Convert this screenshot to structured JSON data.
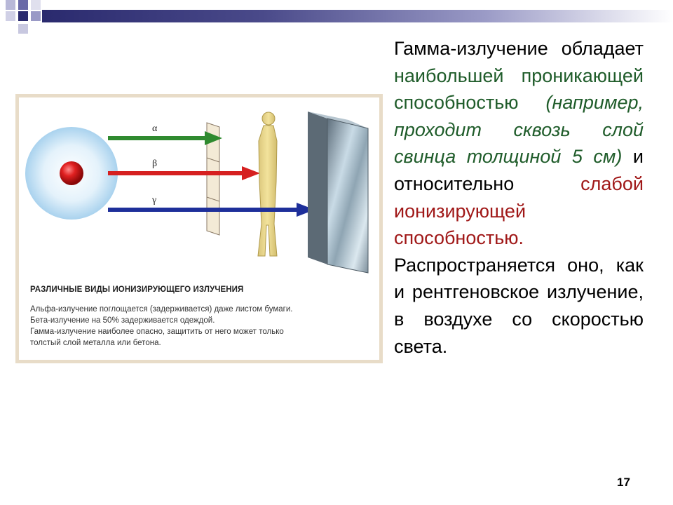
{
  "slide": {
    "page_number": "17",
    "accent_colors": {
      "band_dark": "#2a2a6e",
      "green_text": "#1f5c2a",
      "red_text": "#a01818"
    },
    "text": {
      "p1_black_1": "Гамма-излучение обладает",
      "p1_green_1": "наибольшей проникающей способностью",
      "p1_green_italic": "(например, проходит сквозь слой свинца толщиной 5 см)",
      "p1_black_2": "и относительно",
      "p1_red": "слабой ионизирующей способностью.",
      "p2": "Распространяется оно, как и рентгеновское излучение, в воздухе со скоростью света."
    }
  },
  "figure": {
    "labels": {
      "alpha": "α",
      "beta": "β",
      "gamma": "γ"
    },
    "ray_colors": {
      "alpha": "#2f8a2f",
      "beta": "#d62020",
      "gamma": "#1e2f9a"
    },
    "caption_title": "РАЗЛИЧНЫЕ ВИДЫ ИОНИЗИРУЮЩЕГО ИЗЛУЧЕНИЯ",
    "caption_lines": [
      "Альфа-излучение поглощается (задерживается) даже листом бумаги.",
      "Бета-излучение на 50% задерживается одеждой.",
      "Гамма-излучение наиболее опасно, защитить от него может только",
      "толстый слой металла или бетона."
    ]
  }
}
